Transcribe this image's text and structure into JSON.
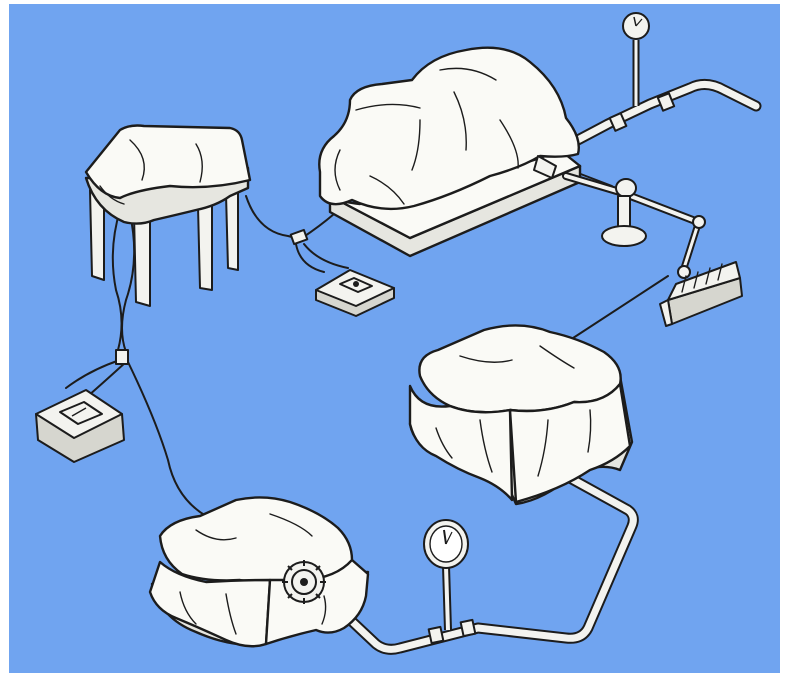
{
  "scene": {
    "background_color": "#70a4f0",
    "frame_color": "#ffffff",
    "ink_color": "#1c1c1c",
    "cloth_color": "#fafaf6"
  },
  "items": [
    {
      "id": "small-table",
      "icon": "cloth-covered-table"
    },
    {
      "id": "car",
      "icon": "cloth-covered-vehicle"
    },
    {
      "id": "right-box",
      "icon": "cloth-covered-box"
    },
    {
      "id": "generator",
      "icon": "cloth-covered-generator-with-dial"
    },
    {
      "id": "meter-center",
      "icon": "handheld-meter"
    },
    {
      "id": "meter-left",
      "icon": "handheld-meter"
    },
    {
      "id": "pressure-gauge-top",
      "icon": "pressure-gauge"
    },
    {
      "id": "pressure-gauge-bottom",
      "icon": "pressure-gauge"
    },
    {
      "id": "bracket-tray",
      "icon": "angled-bracket"
    }
  ]
}
